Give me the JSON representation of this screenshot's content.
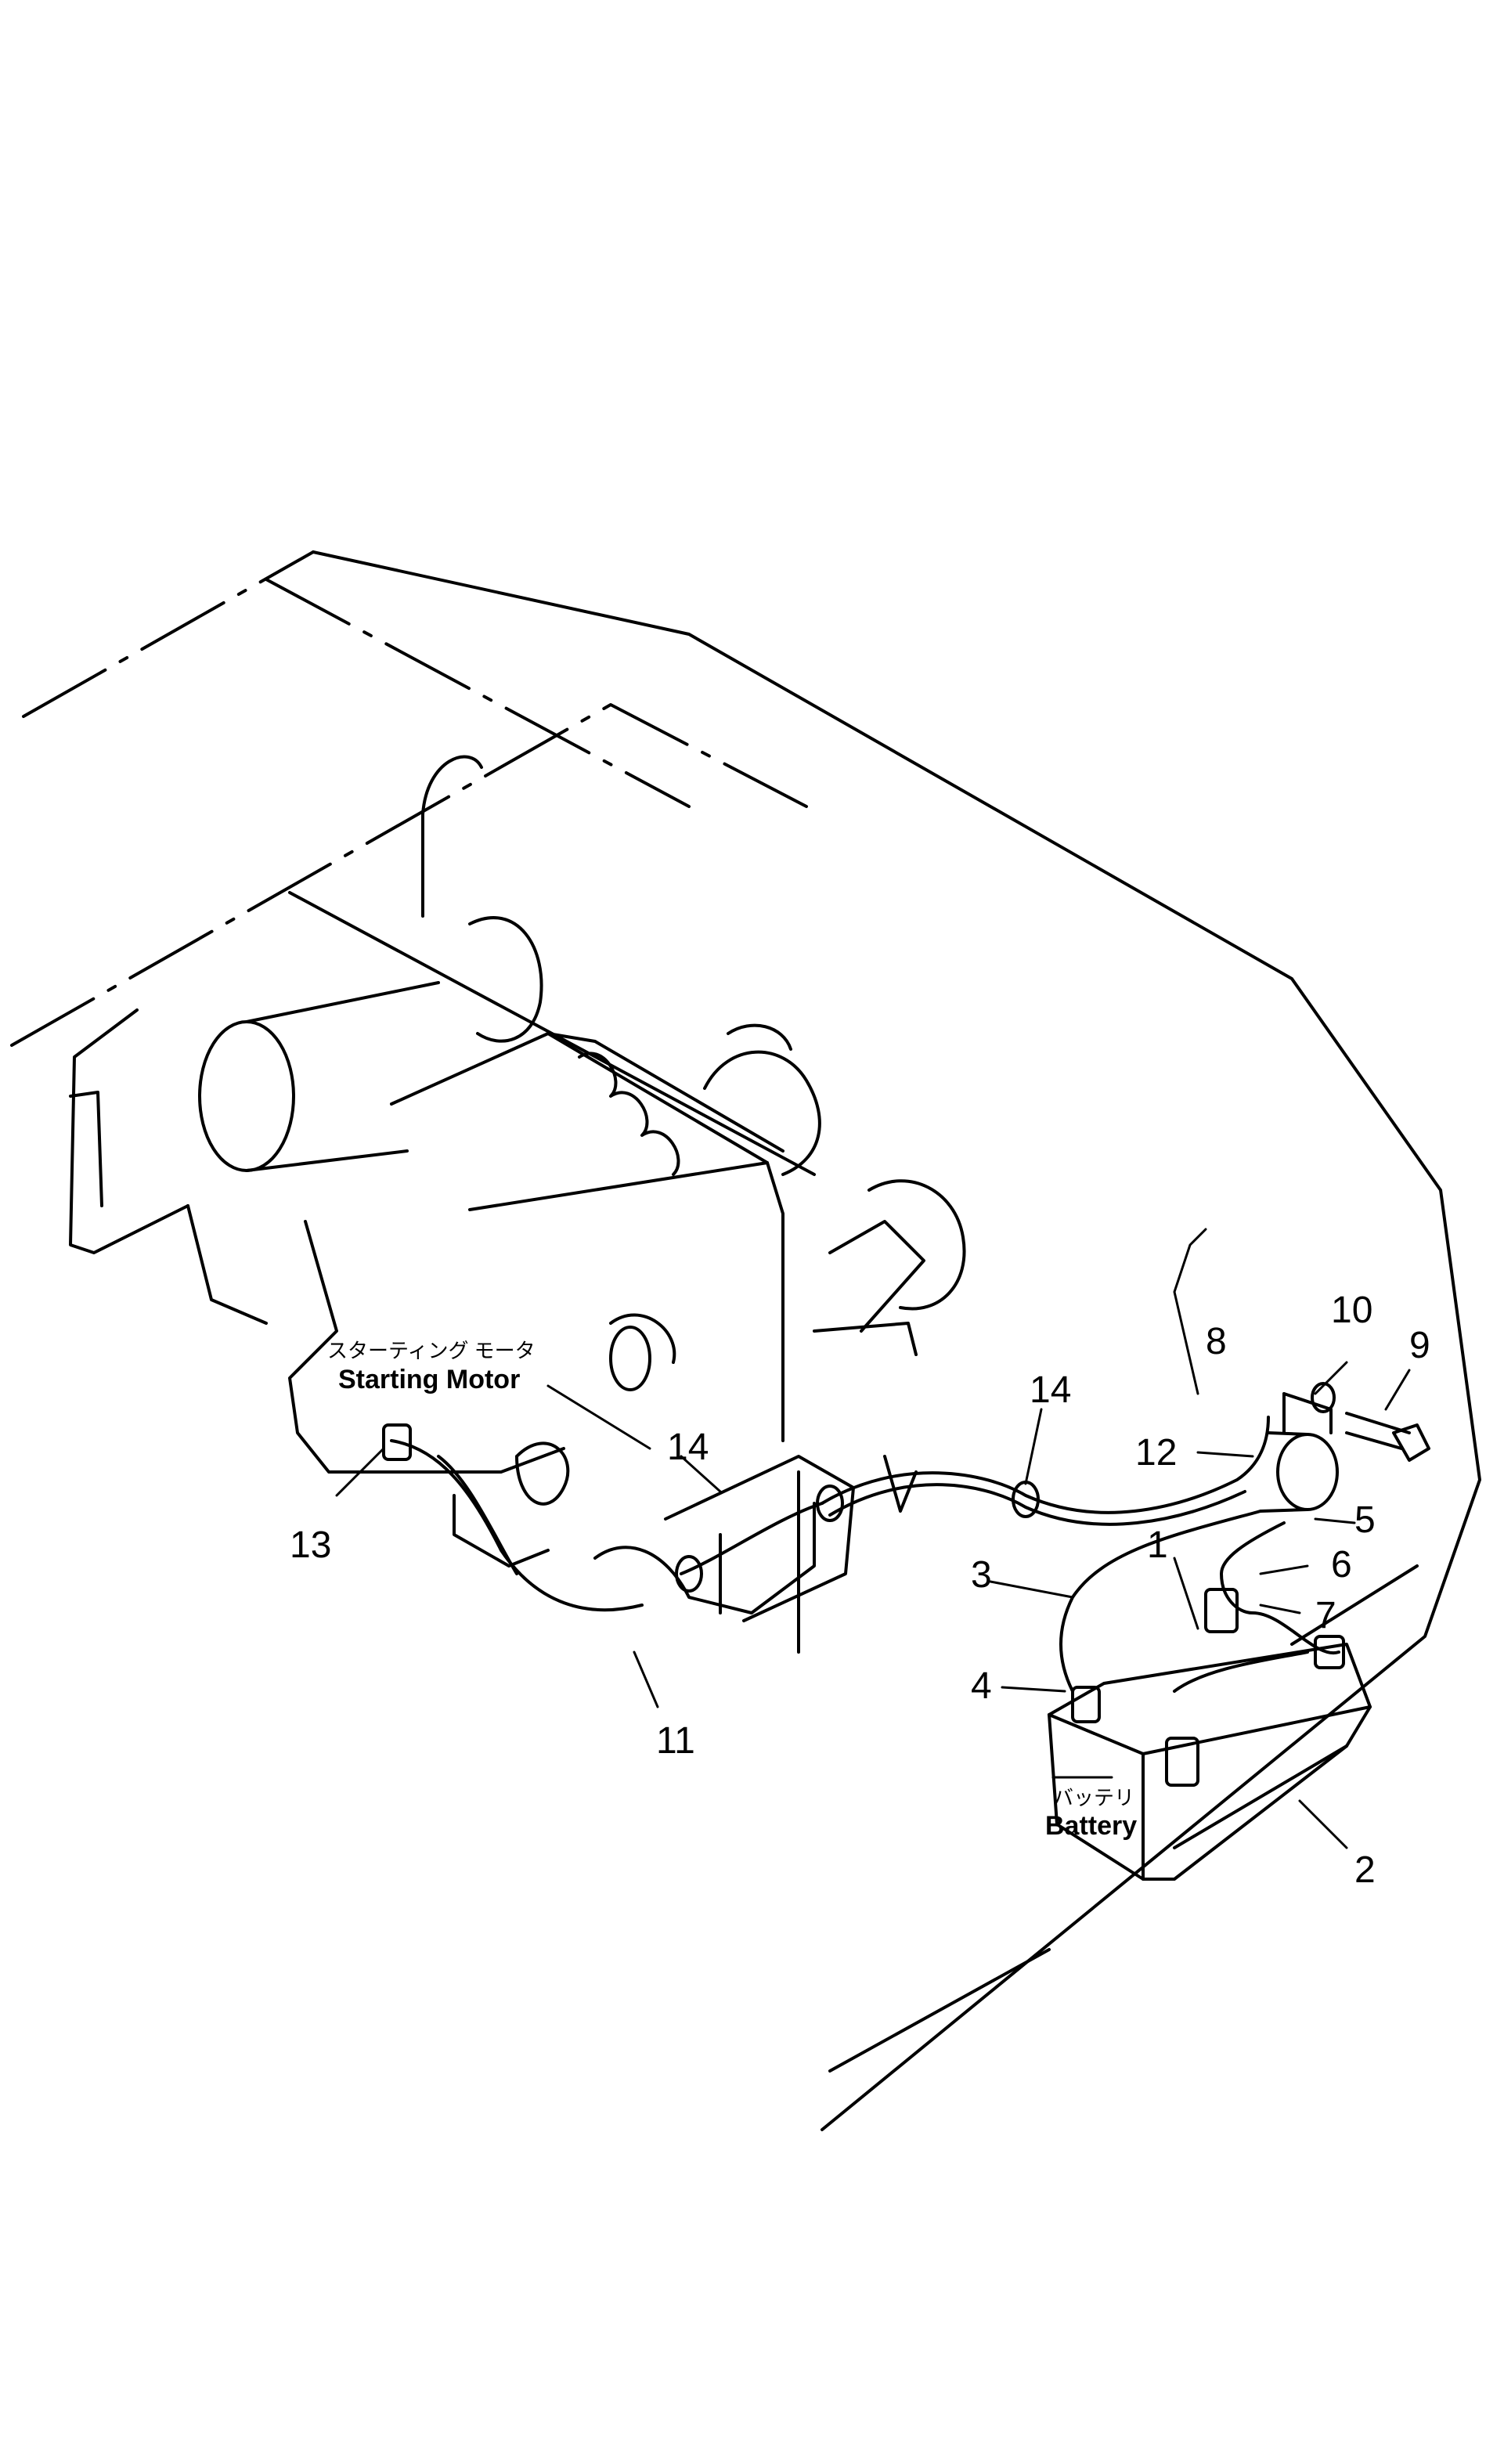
{
  "labels": {
    "starting_motor_jp": "スターティング モータ",
    "starting_motor_en": "Starting Motor",
    "battery_jp": "バッテリ",
    "battery_en": "Battery"
  },
  "callouts": [
    "1",
    "2",
    "3",
    "4",
    "5",
    "6",
    "7",
    "8",
    "9",
    "10",
    "11",
    "12",
    "13",
    "14",
    "14"
  ]
}
